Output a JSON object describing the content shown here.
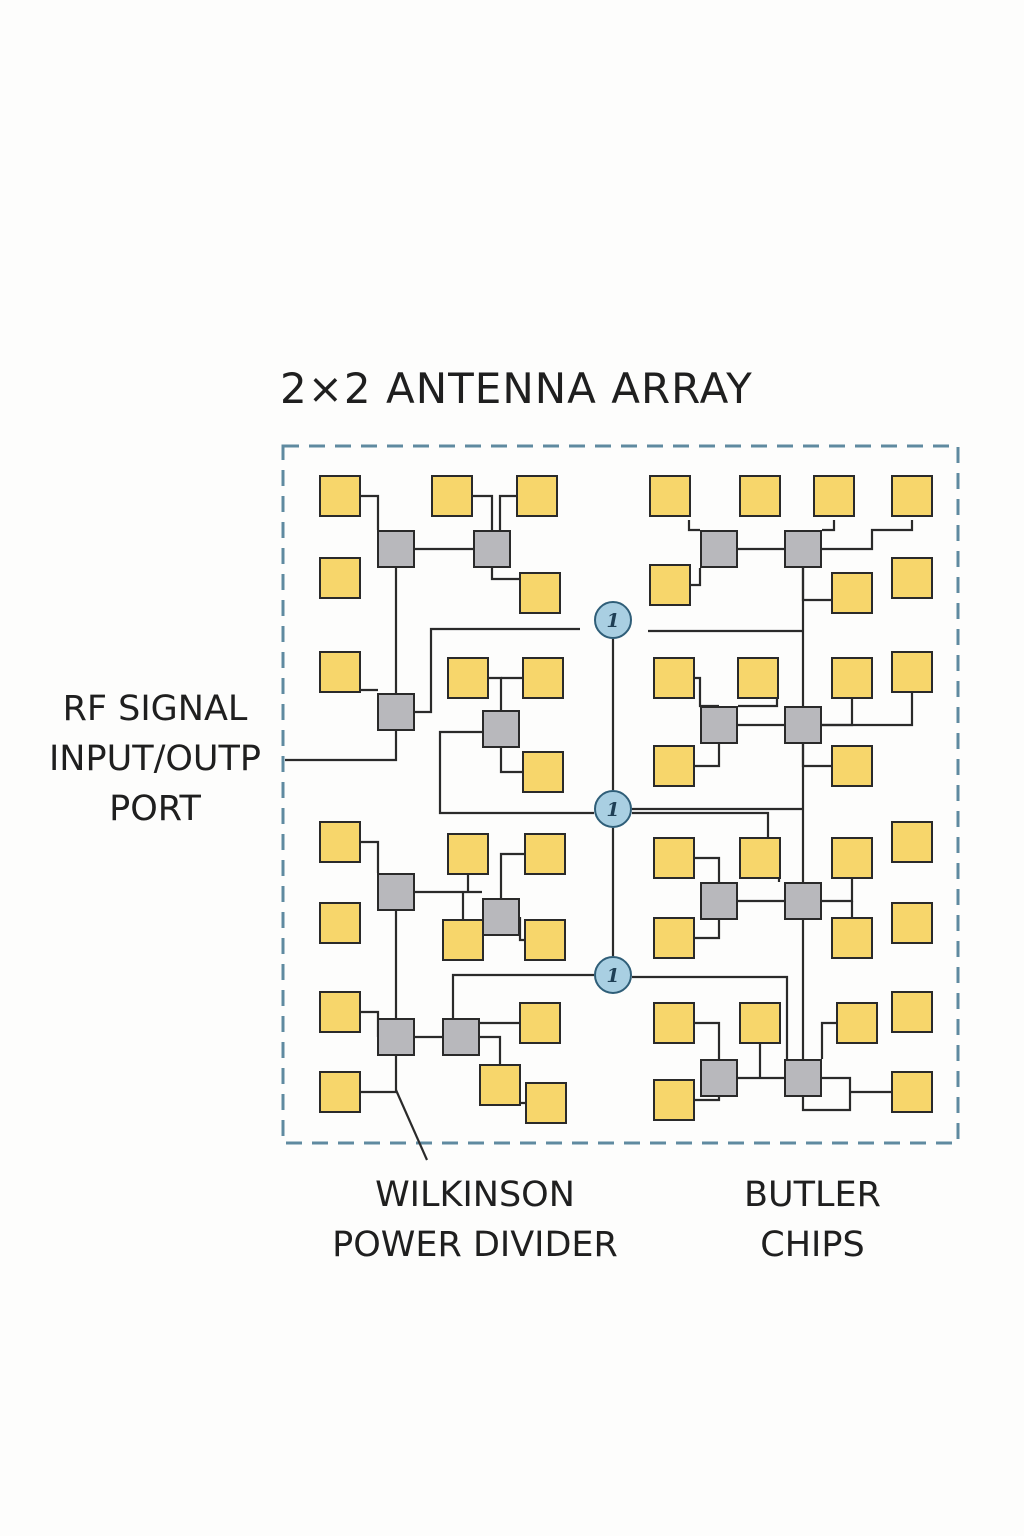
{
  "title": "2×2 ANTENNA ARRAY",
  "labels": {
    "rf_port": [
      "RF SIGNAL",
      "INPUT/OUTP",
      "PORT"
    ],
    "wilkinson": [
      "WILKINSON",
      "POWER DIVIDER"
    ],
    "butler": [
      "BUTLER",
      "CHIPS"
    ]
  },
  "node_label": "1",
  "colors": {
    "antenna_patch": "#f7d66b",
    "chip": "#b8b8bc",
    "node": "#a9cfe2",
    "dashed_border": "#5f8aa0",
    "line": "#2a2a2a"
  }
}
